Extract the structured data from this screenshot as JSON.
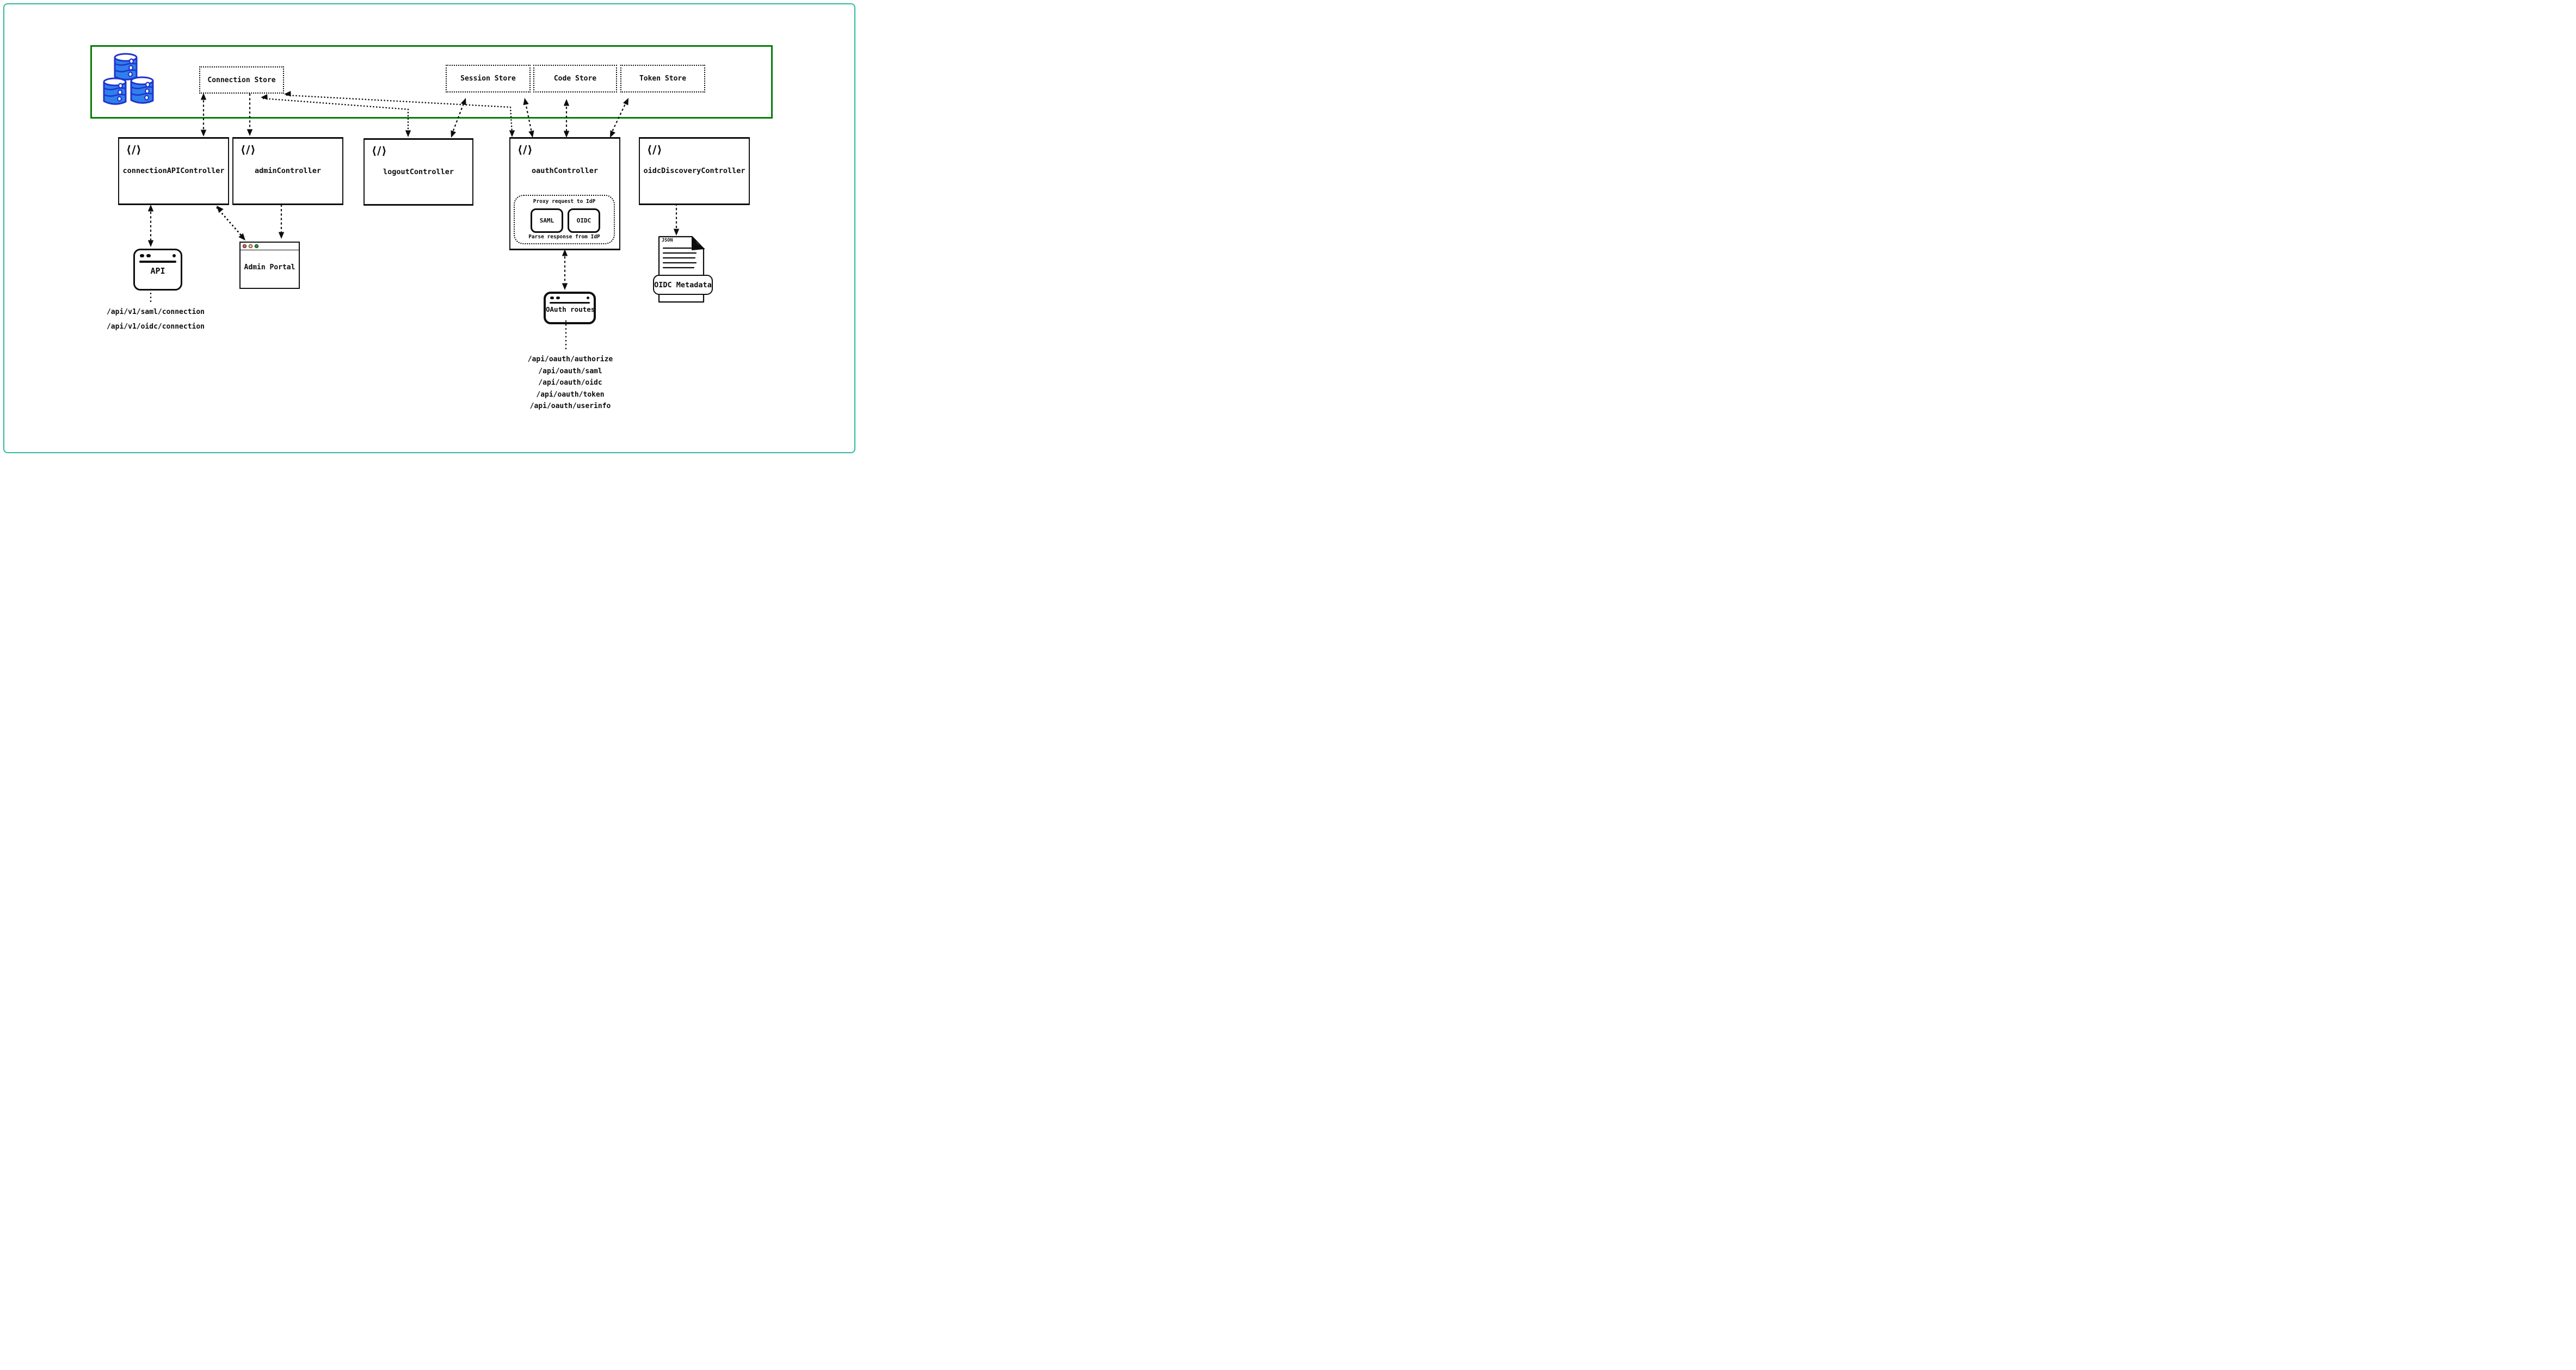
{
  "colors": {
    "frame": "#2eb9a0",
    "boundary": "#077d07",
    "ink": "#0d0d0d",
    "database_fill": "#2f80ec",
    "database_stroke": "#2134cc",
    "traffic_red": "#f0605c",
    "traffic_yellow": "#f6cf5b",
    "traffic_green": "#279e3c"
  },
  "stores": [
    {
      "label": "Connection Store"
    },
    {
      "label": "Session Store"
    },
    {
      "label": "Code Store"
    },
    {
      "label": "Token Store"
    }
  ],
  "controllers": [
    {
      "label": "connectionAPIController"
    },
    {
      "label": "adminController"
    },
    {
      "label": "logoutController"
    },
    {
      "label": "oauthController"
    },
    {
      "label": "oidcDiscoveryController"
    }
  ],
  "oauth_internals": {
    "proxy_label": "Proxy request to IdP",
    "saml_label": "SAML",
    "oidc_label": "OIDC",
    "parse_label": "Parse response from IdP"
  },
  "clients": {
    "api_window_label": "API",
    "admin_portal_label": "Admin Portal",
    "oauth_routes_label": "OAuth routes"
  },
  "oidc_document": {
    "file_type_label": "JSON",
    "ribbon_label": "OIDC Metadata"
  },
  "routes": {
    "connection_api": [
      "/api/v1/saml/connection",
      "/api/v1/oidc/connection"
    ],
    "oauth": [
      "/api/oauth/authorize",
      "/api/oauth/saml",
      "/api/oauth/oidc",
      "/api/oauth/token",
      "/api/oauth/userinfo"
    ]
  },
  "icons": {
    "code_icon_glyph": "⟨/⟩",
    "database_icon": "database-cylinders"
  }
}
